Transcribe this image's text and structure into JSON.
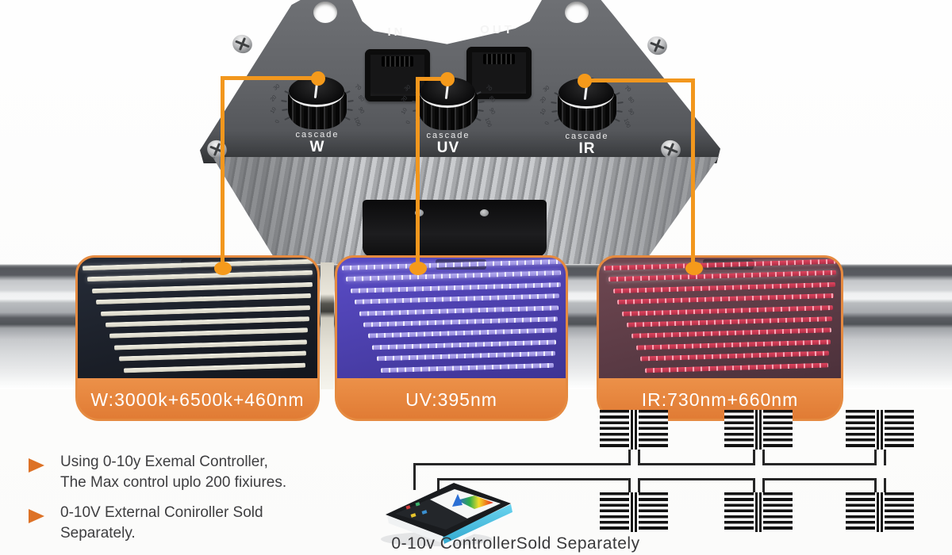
{
  "colors": {
    "callout_orange": "#F2971D",
    "label_orange": "#E5833C",
    "panel_border": "#E58A40",
    "bullet_orange": "#DD7226",
    "wire_dark": "#262626",
    "tablet_edge": "#54C8E8"
  },
  "control_box": {
    "port_in": "IN",
    "port_out": "OUT",
    "knobs": [
      {
        "label": "W",
        "sub": "cascade"
      },
      {
        "label": "UV",
        "sub": "cascade"
      },
      {
        "label": "IR",
        "sub": "cascade"
      }
    ],
    "dial_numbers": [
      "0",
      "10",
      "20",
      "30",
      "70",
      "80",
      "90",
      "100"
    ]
  },
  "panels": [
    {
      "label": "W:3000k+6500k+460nm",
      "bg1": "#262c38",
      "bg2": "#13161d",
      "bar": "#f2f0e4",
      "bar2": "#d5d2c3",
      "dot": "rgba(255,255,255,0)"
    },
    {
      "label": "UV:395nm",
      "bg1": "#5a4cc6",
      "bg2": "#3e3494",
      "bar": "#b7aff2",
      "bar2": "#968bdc",
      "dot": "rgba(255,255,255,0.85)"
    },
    {
      "label": "IR:730nm+660nm",
      "bg1": "#6f4852",
      "bg2": "#4c313b",
      "bar": "#e0455f",
      "bar2": "#b02f47",
      "dot": "rgba(255,175,190,0.95)"
    }
  ],
  "bullets": [
    {
      "line1": "Using 0-10y Exemal Controller,",
      "line2": "The Max control uplo 200 fixiures."
    },
    {
      "line1": "0-10V External Coniroller Sold",
      "line2": "Separately."
    }
  ],
  "diagram_caption": "0-10v ControllerSold Separately"
}
